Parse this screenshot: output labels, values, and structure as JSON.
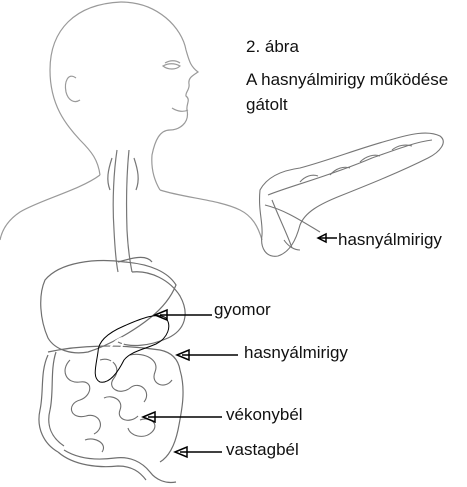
{
  "caption": {
    "title": "2. ábra",
    "subtitle": "A hasnyálmirigy működése gátolt"
  },
  "labels": {
    "pancreas_detail": "hasnyálmirigy",
    "stomach": "gyomor",
    "pancreas": "hasnyálmirigy",
    "small_intestine": "vékonybél",
    "large_intestine": "vastagbél"
  },
  "colors": {
    "line": "#8a8a8a",
    "organ_line": "#6f6f6f",
    "pancreas_fill": "#000000",
    "text": "#111111"
  }
}
